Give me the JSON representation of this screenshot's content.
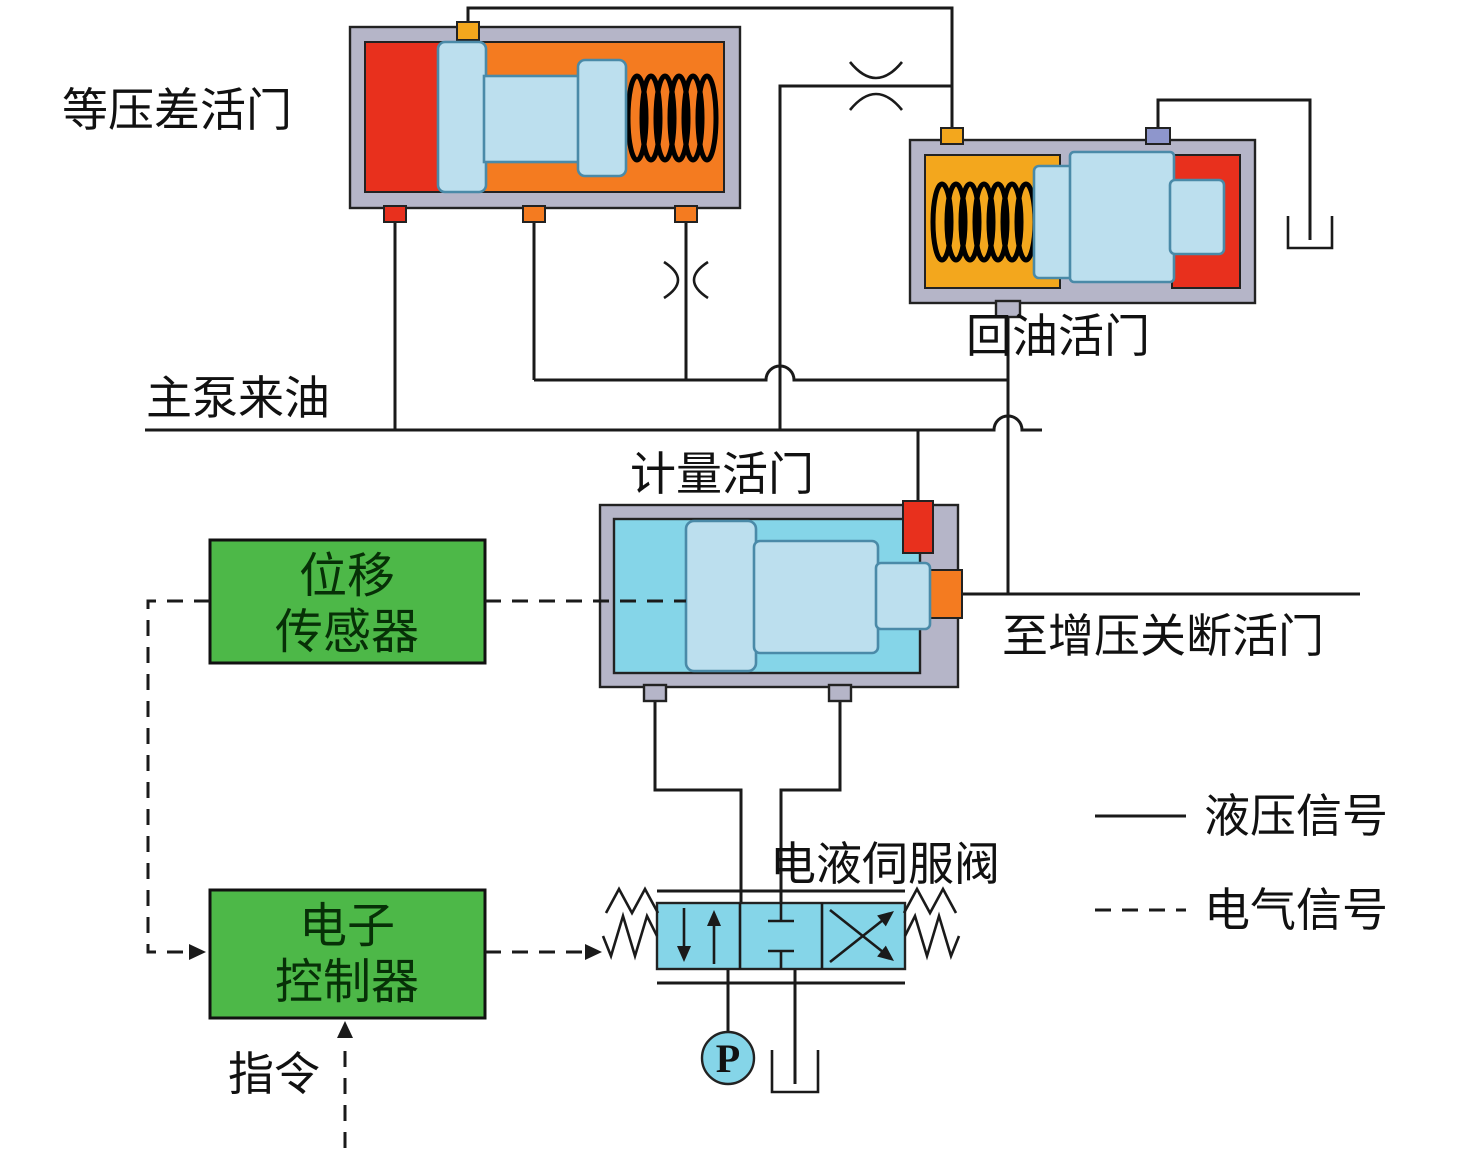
{
  "diagram": {
    "labels": {
      "pressure_diff_valve": "等压差活门",
      "return_valve": "回油活门",
      "main_pump_oil": "主泵来油",
      "metering_valve": "计量活门",
      "to_boost_shutoff_valve": "至增压关断活门",
      "servo_valve": "电液伺服阀",
      "command": "指令",
      "pump": "P"
    },
    "boxes": {
      "displacement_sensor": {
        "line1": "位移",
        "line2": "传感器"
      },
      "electronic_controller": {
        "line1": "电子",
        "line2": "控制器"
      }
    },
    "legend": {
      "hydraulic_signal": "液压信号",
      "electric_signal": "电气信号"
    },
    "colors": {
      "line": "#1a1a1a",
      "text": "#111111",
      "casing": "#b5b5c8",
      "red": "#e8301d",
      "orange": "#f47b20",
      "gold": "#f3a71d",
      "spool_blue": "#bcdfee",
      "spool_edge": "#4a8aa8",
      "cyan": "#85d5e8",
      "green": "#4db848",
      "purple_stub": "#8e96cc"
    }
  }
}
